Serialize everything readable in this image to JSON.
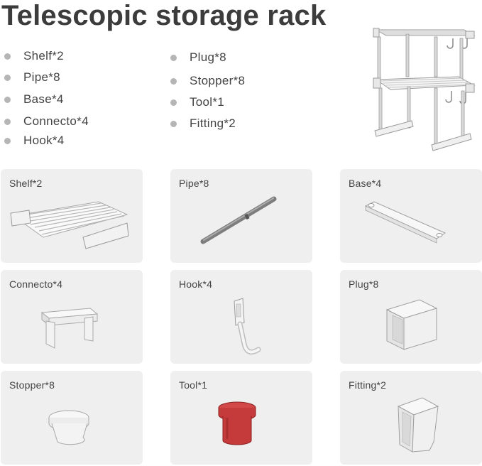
{
  "title": "Telescopic storage rack",
  "parts_left": [
    "Shelf*2",
    "Pipe*8",
    "Base*4",
    "Connecto*4",
    "Hook*4"
  ],
  "parts_right": [
    "Plug*8",
    "Stopper*8",
    "Tool*1",
    "Fitting*2"
  ],
  "cards": [
    {
      "label": "Shelf*2",
      "icon": "shelf-icon"
    },
    {
      "label": "Pipe*8",
      "icon": "pipe-icon"
    },
    {
      "label": "Base*4",
      "icon": "base-icon"
    },
    {
      "label": "Connecto*4",
      "icon": "connector-icon"
    },
    {
      "label": "Hook*4",
      "icon": "hook-icon"
    },
    {
      "label": "Plug*8",
      "icon": "plug-icon"
    },
    {
      "label": "Stopper*8",
      "icon": "stopper-icon"
    },
    {
      "label": "Tool*1",
      "icon": "tool-icon"
    },
    {
      "label": "Fitting*2",
      "icon": "fitting-icon"
    }
  ],
  "colors": {
    "card_background": "#efefef",
    "bullet": "#b5b5b5",
    "text": "#444444",
    "tool_red": "#c53a3a",
    "pipe_gray": "#8a8a8a"
  }
}
